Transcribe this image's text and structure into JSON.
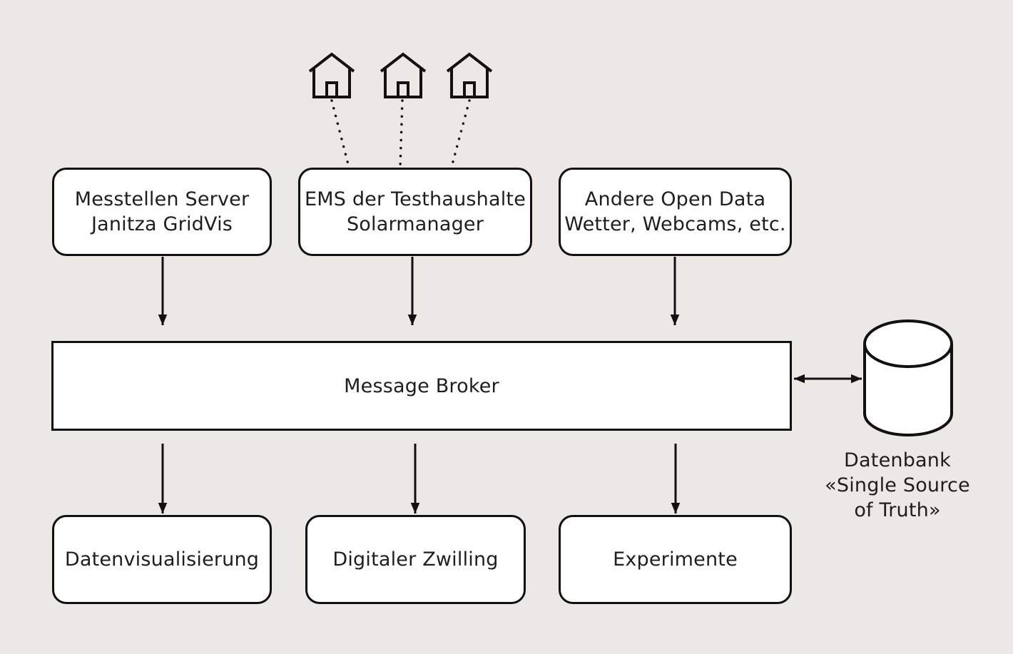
{
  "sources": {
    "messstellen": {
      "line1": "Messtellen Server",
      "line2": "Janitza GridVis"
    },
    "ems": {
      "line1": "EMS der Testhaushalte",
      "line2": "Solarmanager"
    },
    "open_data": {
      "line1": "Andere Open Data",
      "line2": "Wetter, Webcams, etc."
    }
  },
  "broker": {
    "label": "Message Broker"
  },
  "database": {
    "line1": "Datenbank",
    "line2": "«Single Source",
    "line3": "of Truth»",
    "icon": "database-cylinder-icon"
  },
  "consumers": {
    "visualisierung": "Datenvisualisierung",
    "zwilling": "Digitaler Zwilling",
    "experimente": "Experimente"
  },
  "households": {
    "icon": "house-icon",
    "count": 3
  },
  "colors": {
    "background": "#ebe8e6",
    "box_fill": "#ffffff",
    "stroke": "#111111",
    "text": "#1e1e1e"
  }
}
